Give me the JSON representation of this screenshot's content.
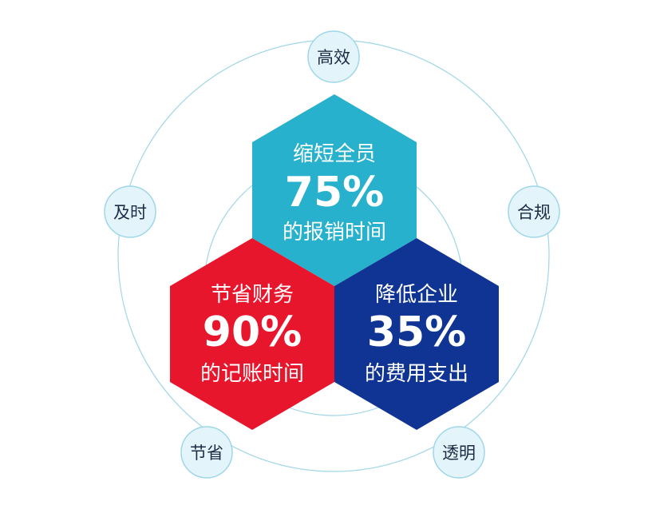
{
  "colors": {
    "teal": "#27b1cd",
    "red": "#e8162d",
    "navy": "#0f3493",
    "ring": "#9fd6e8",
    "node_fill": "#e3f5fb",
    "node_stroke": "#9fd6e8"
  },
  "hexagons": {
    "top": {
      "title": "缩短全员",
      "value": "75%",
      "subtitle": "的报销时间"
    },
    "left": {
      "title": "节省财务",
      "value": "90%",
      "subtitle": "的记账时间"
    },
    "right": {
      "title": "降低企业",
      "value": "35%",
      "subtitle": "的费用支出"
    }
  },
  "nodes": {
    "efficient": "高效",
    "compliant": "合规",
    "transparent": "透明",
    "saving": "节省",
    "timely": "及时"
  }
}
